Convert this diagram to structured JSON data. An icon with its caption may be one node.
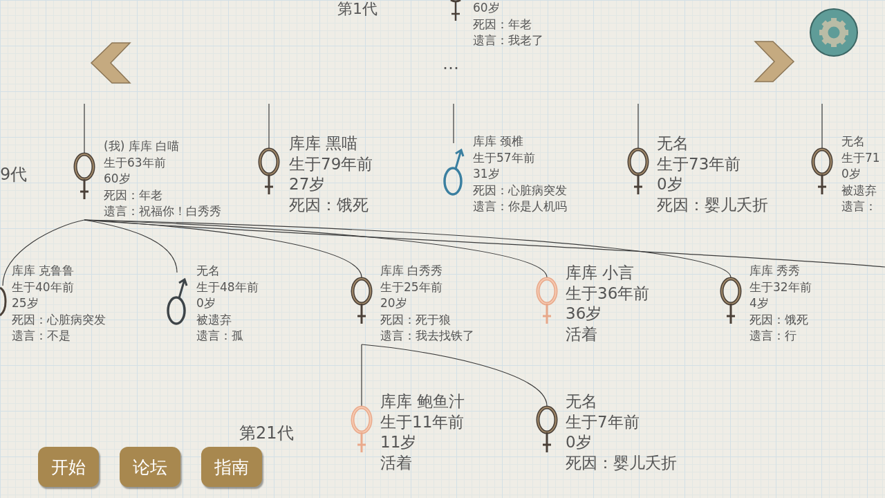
{
  "diagram": {
    "nodes": [
      {
        "text": [
          "60岁",
          "死因：年老",
          "遗言：我老了"
        ]
      },
      {
        "text": [
          "(我) 库库 白喵",
          "生于63年前",
          "60岁",
          "死因：年老",
          "遗言：祝福你！白秀秀"
        ]
      },
      {
        "text": [
          "库库 黑喵",
          "生于79年前",
          "27岁",
          "死因：饿死"
        ]
      },
      {
        "text": [
          "库库 颈椎",
          "生于57年前",
          "31岁",
          "死因：心脏病突发",
          "遗言：你是人机吗"
        ]
      },
      {
        "text": [
          "无名",
          "生于73年前",
          "0岁",
          "死因：婴儿夭折"
        ]
      },
      {
        "text": [
          "无名",
          "生于71",
          "0岁",
          "被遗弃",
          "遗言："
        ]
      },
      {
        "text": [
          "库库 克鲁鲁",
          "生于40年前",
          "25岁",
          "死因：心脏病突发",
          "遗言：不是"
        ]
      },
      {
        "text": [
          "无名",
          "生于48年前",
          "0岁",
          "被遗弃",
          "遗言：孤"
        ]
      },
      {
        "text": [
          "库库 白秀秀",
          "生于25年前",
          "20岁",
          "死因：死于狼",
          "遗言：我去找铁了"
        ]
      },
      {
        "text": [
          "库库 小言",
          "生于36年前",
          "36岁",
          "活着"
        ]
      },
      {
        "text": [
          "库库 秀秀",
          "生于32年前",
          "4岁",
          "死因：饿死",
          "遗言：行"
        ]
      },
      {
        "text": [
          "库库 鲍鱼汁",
          "生于11年前",
          "11岁",
          "活着"
        ]
      },
      {
        "text": [
          "无名",
          "生于7年前",
          "0岁",
          "死因：婴儿夭折"
        ]
      },
      {
        "text": [
          "开始"
        ]
      },
      {
        "text": [
          "论坛"
        ]
      },
      {
        "text": [
          "指南"
        ]
      }
    ],
    "edges": [
      {
        "from": null,
        "to": 1,
        "arrow": "none"
      },
      {
        "from": null,
        "to": 2,
        "arrow": "none"
      },
      {
        "from": null,
        "to": 3,
        "arrow": "none"
      },
      {
        "from": null,
        "to": 4,
        "arrow": "none"
      },
      {
        "from": null,
        "to": 5,
        "arrow": "none"
      },
      {
        "from": 1,
        "to": 6,
        "arrow": "none"
      },
      {
        "from": 1,
        "to": 7,
        "arrow": "none"
      },
      {
        "from": 1,
        "to": 8,
        "arrow": "none"
      },
      {
        "from": 1,
        "to": 9,
        "arrow": "none"
      },
      {
        "from": 1,
        "to": 10,
        "arrow": "none"
      },
      {
        "from": 1,
        "to": null,
        "arrow": "none"
      },
      {
        "from": 8,
        "to": 11,
        "arrow": "none"
      },
      {
        "from": 8,
        "to": 12,
        "arrow": "none"
      }
    ],
    "labels": [
      "第1代",
      "…",
      "9代",
      "第21代"
    ]
  }
}
